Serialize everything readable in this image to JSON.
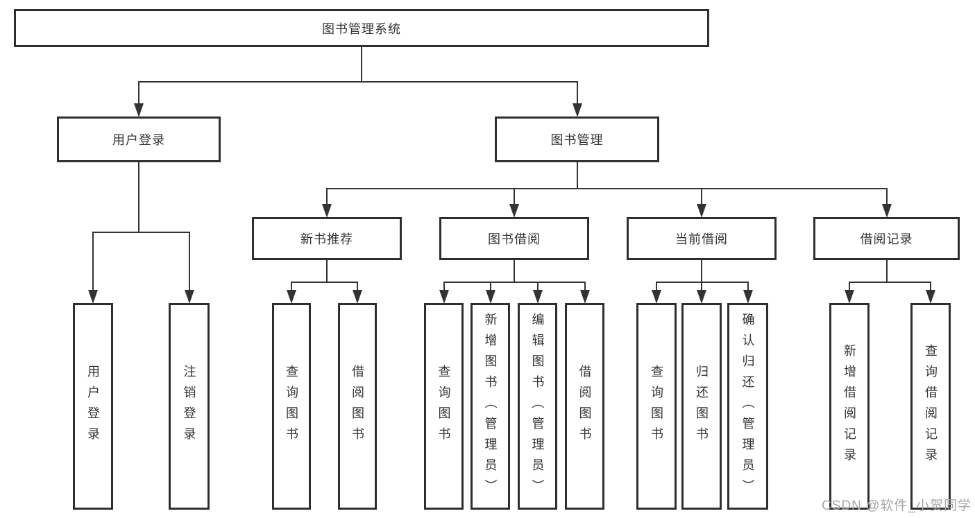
{
  "diagram": {
    "title": "图书管理系统",
    "type": "hierarchy-tree",
    "colors": {
      "background": "#ffffff",
      "line": "#333333",
      "border": "#2e2e2e",
      "text": "#333333",
      "watermark": "#a6a6a6"
    },
    "nodes": [
      {
        "id": "root-system",
        "label": "图书管理系统"
      },
      {
        "id": "user-login",
        "label": "用户登录"
      },
      {
        "id": "book-management",
        "label": "图书管理"
      },
      {
        "id": "new-book-recommend",
        "label": "新书推荐"
      },
      {
        "id": "book-borrowing",
        "label": "图书借阅"
      },
      {
        "id": "current-borrowing",
        "label": "当前借阅"
      },
      {
        "id": "borrowing-records",
        "label": "借阅记录"
      },
      {
        "id": "leaf-user-login",
        "label": "用户登录"
      },
      {
        "id": "leaf-logout-login",
        "label": "注销登录"
      },
      {
        "id": "leaf-query-books-recommend",
        "label": "查询图书"
      },
      {
        "id": "leaf-borrow-books-recommend",
        "label": "借阅图书"
      },
      {
        "id": "leaf-query-books-borrowing",
        "label": "查询图书"
      },
      {
        "id": "leaf-add-books-admin",
        "label": "新增图书（管理员）"
      },
      {
        "id": "leaf-edit-books-admin",
        "label": "编辑图书（管理员）"
      },
      {
        "id": "leaf-borrow-books-borrowing",
        "label": "借阅图书"
      },
      {
        "id": "leaf-query-books-current",
        "label": "查询图书"
      },
      {
        "id": "leaf-return-books",
        "label": "归还图书"
      },
      {
        "id": "leaf-confirm-return-admin",
        "label": "确认归还（管理员）"
      },
      {
        "id": "leaf-add-borrow-record",
        "label": "新增借阅记录"
      },
      {
        "id": "leaf-query-borrow-record",
        "label": "查询借阅记录"
      }
    ],
    "edges": [
      {
        "from": "root-system",
        "to": "user-login"
      },
      {
        "from": "root-system",
        "to": "book-management"
      },
      {
        "from": "user-login",
        "to": "leaf-user-login"
      },
      {
        "from": "user-login",
        "to": "leaf-logout-login"
      },
      {
        "from": "book-management",
        "to": "new-book-recommend"
      },
      {
        "from": "book-management",
        "to": "book-borrowing"
      },
      {
        "from": "book-management",
        "to": "current-borrowing"
      },
      {
        "from": "book-management",
        "to": "borrowing-records"
      },
      {
        "from": "new-book-recommend",
        "to": "leaf-query-books-recommend"
      },
      {
        "from": "new-book-recommend",
        "to": "leaf-borrow-books-recommend"
      },
      {
        "from": "book-borrowing",
        "to": "leaf-query-books-borrowing"
      },
      {
        "from": "book-borrowing",
        "to": "leaf-add-books-admin"
      },
      {
        "from": "book-borrowing",
        "to": "leaf-edit-books-admin"
      },
      {
        "from": "book-borrowing",
        "to": "leaf-borrow-books-borrowing"
      },
      {
        "from": "current-borrowing",
        "to": "leaf-query-books-current"
      },
      {
        "from": "current-borrowing",
        "to": "leaf-return-books"
      },
      {
        "from": "current-borrowing",
        "to": "leaf-confirm-return-admin"
      },
      {
        "from": "borrowing-records",
        "to": "leaf-add-borrow-record"
      },
      {
        "from": "borrowing-records",
        "to": "leaf-query-borrow-record"
      }
    ]
  },
  "watermark": {
    "text": "CSDN @软件_小贺同学"
  }
}
